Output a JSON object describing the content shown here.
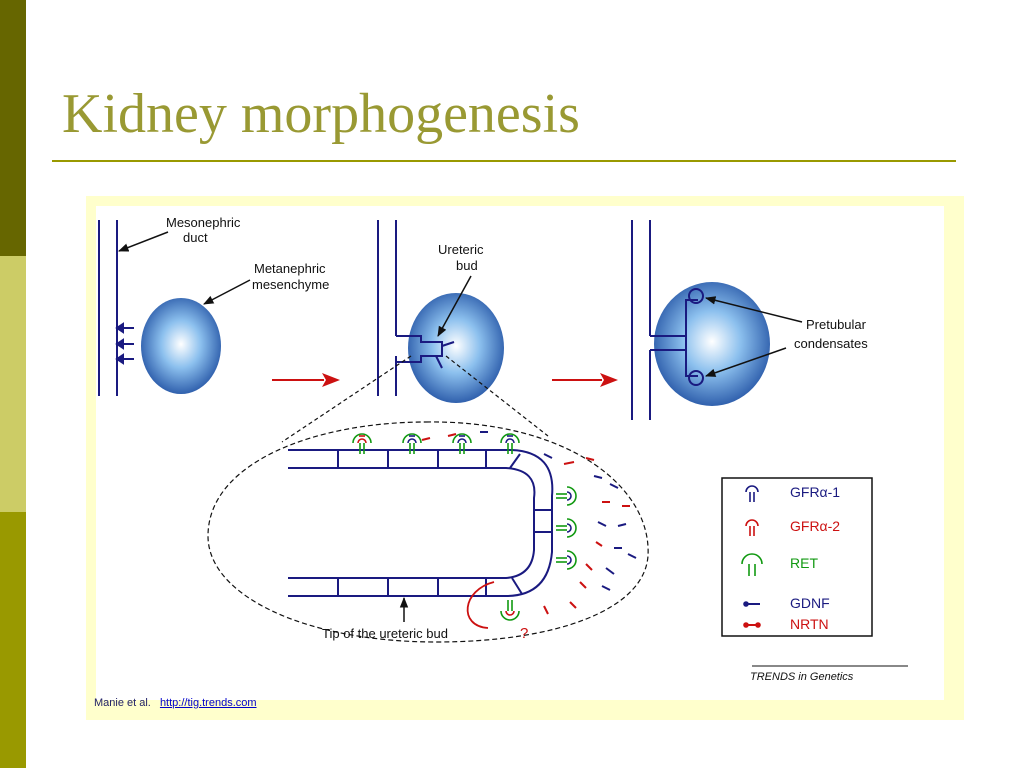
{
  "slide": {
    "title": "Kidney morphogenesis",
    "credit_author": "Manie et al.",
    "credit_link": "http://tig.trends.com"
  },
  "diagram": {
    "labels": {
      "mesonephric_duct": [
        "Mesonephric",
        "duct"
      ],
      "metanephric_mesenchyme": [
        "Metanephric",
        "mesenchyme"
      ],
      "ureteric_bud": [
        "Ureteric",
        "bud"
      ],
      "pretubular_condensates": [
        "Pretubular",
        "condensates"
      ],
      "tip_of_ureteric_bud": "Tip of the ureteric bud",
      "unknown_mark": "?"
    },
    "legend": [
      {
        "label": "GFRα-1",
        "color": "#1a1a80",
        "icon": "gfra1-receptor-icon"
      },
      {
        "label": "GFRα-2",
        "color": "#cc1111",
        "icon": "gfra2-receptor-icon"
      },
      {
        "label": "RET",
        "color": "#119911",
        "icon": "ret-receptor-icon"
      },
      {
        "label": "GDNF",
        "color": "#1a1a80",
        "icon": "gdnf-ligand-icon"
      },
      {
        "label": "NRTN",
        "color": "#cc1111",
        "icon": "nrtn-ligand-icon"
      }
    ],
    "journal": "TRENDS in Genetics",
    "colors": {
      "duct": "#1a1a80",
      "gfra1": "#1a1a80",
      "gfra2": "#cc1111",
      "ret": "#119911",
      "arrow": "#cc1111",
      "mesenchyme": "#2f6fbf"
    }
  }
}
